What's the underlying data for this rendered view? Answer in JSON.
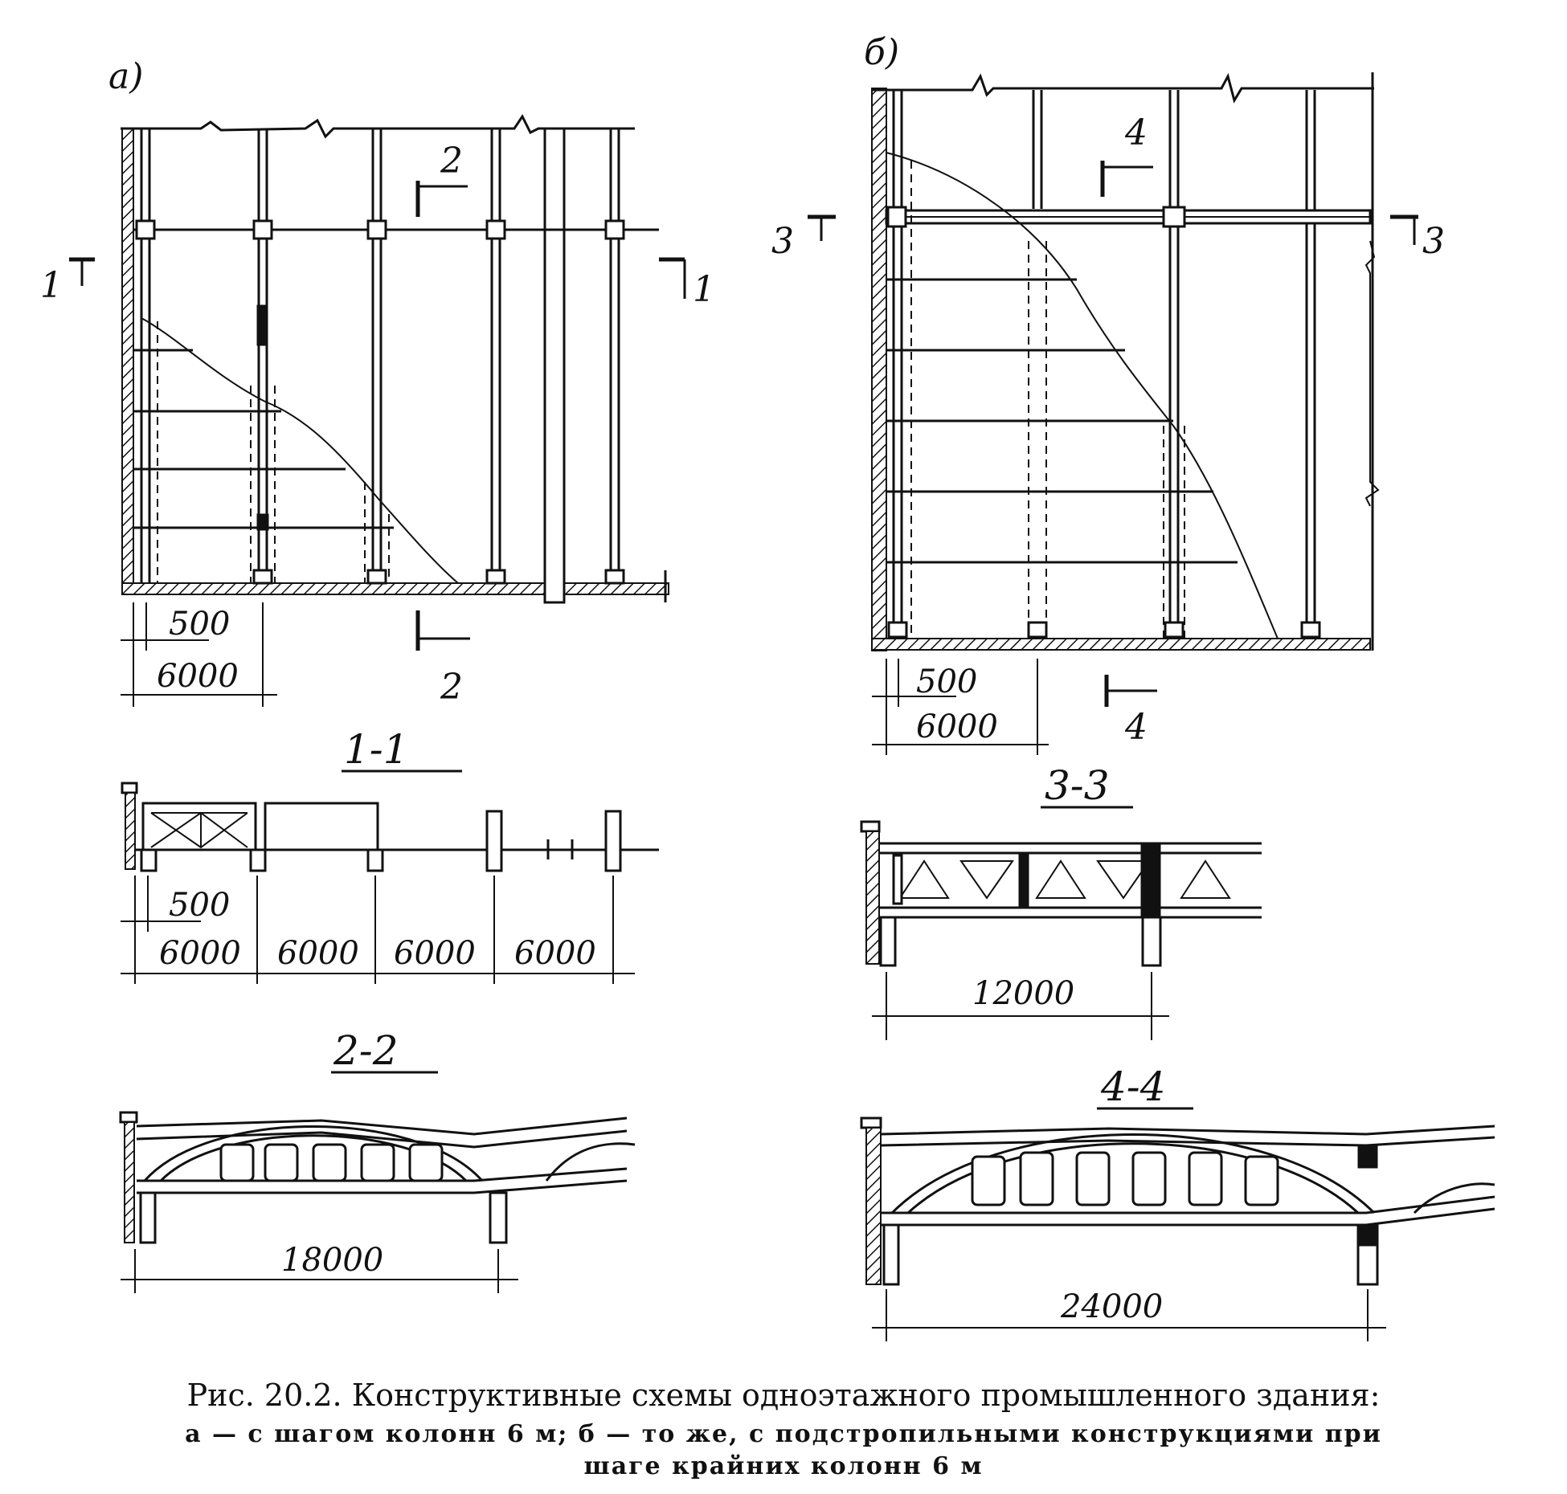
{
  "panel_a": {
    "label": "а)",
    "cut_1_left": "1",
    "cut_1_right": "1",
    "cut_2_top": "2",
    "cut_2_bottom": "2",
    "dim_small": "500",
    "dim_bay": "6000"
  },
  "panel_b": {
    "label": "б)",
    "cut_3_left": "3",
    "cut_3_right": "3",
    "cut_4_top": "4",
    "cut_4_bottom": "4",
    "dim_small": "500",
    "dim_bay": "6000"
  },
  "section_1_1": {
    "title": "1-1",
    "dim_small": "500",
    "dims": [
      "6000",
      "6000",
      "6000",
      "6000"
    ]
  },
  "section_2_2": {
    "title": "2-2",
    "span": "18000"
  },
  "section_3_3": {
    "title": "3-3",
    "span": "12000"
  },
  "section_4_4": {
    "title": "4-4",
    "span": "24000"
  },
  "caption": {
    "line1": "Рис. 20.2. Конструктивные схемы одноэтажного промышленного здания:",
    "line2": "а — с шагом колонн 6 м;  б — то же, с подстропильными конструкциями при",
    "line3": "шаге крайних колонн 6 м"
  }
}
